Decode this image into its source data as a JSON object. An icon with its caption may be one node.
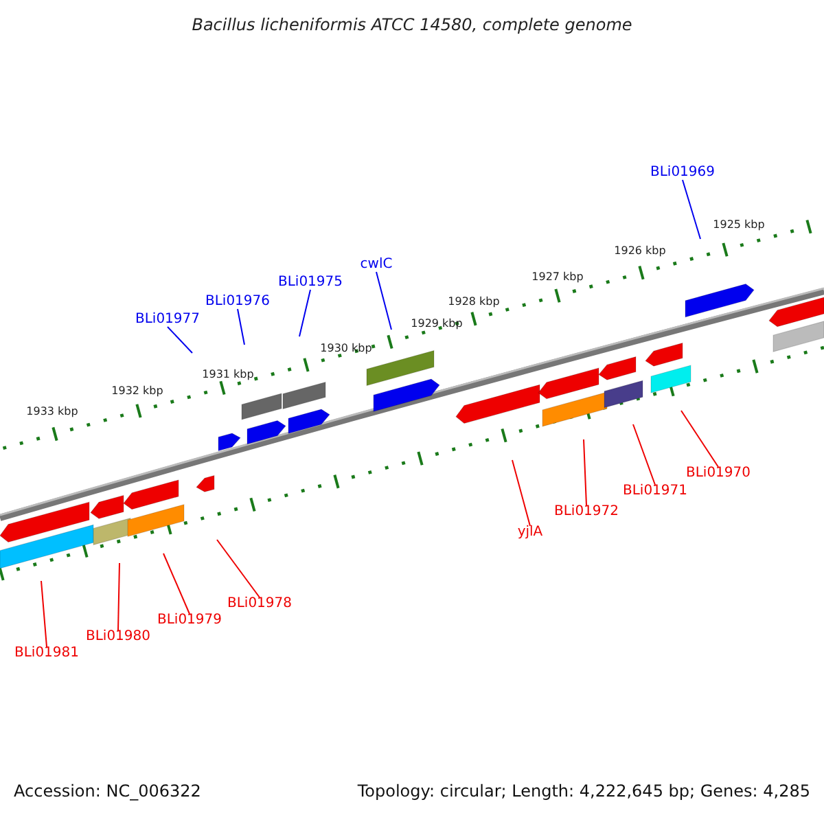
{
  "diagram": {
    "title": "Bacillus licheniformis ATCC 14580, complete genome",
    "nodes": [
      {
        "text": [
          "BLi01969"
        ]
      },
      {
        "text": [
          "cwlC"
        ]
      },
      {
        "text": [
          "BLi01975"
        ]
      },
      {
        "text": [
          "BLi01976"
        ]
      },
      {
        "text": [
          "BLi01977"
        ]
      },
      {
        "text": [
          "BLi01970"
        ]
      },
      {
        "text": [
          "BLi01971"
        ]
      },
      {
        "text": [
          "BLi01972"
        ]
      },
      {
        "text": [
          "yjlA"
        ]
      },
      {
        "text": [
          "BLi01978"
        ]
      },
      {
        "text": [
          "BLi01979"
        ]
      },
      {
        "text": [
          "BLi01980"
        ]
      },
      {
        "text": [
          "BLi01981"
        ]
      }
    ],
    "edges": [
      {
        "from": 0,
        "to": null,
        "arrow": "none",
        "color": "#0000ee"
      },
      {
        "from": 1,
        "to": null,
        "arrow": "none",
        "color": "#0000ee"
      },
      {
        "from": 2,
        "to": null,
        "arrow": "none",
        "color": "#0000ee"
      },
      {
        "from": 3,
        "to": null,
        "arrow": "none",
        "color": "#0000ee"
      },
      {
        "from": 4,
        "to": null,
        "arrow": "none",
        "color": "#0000ee"
      },
      {
        "from": 5,
        "to": null,
        "arrow": "none"
      },
      {
        "from": 6,
        "to": null,
        "arrow": "none"
      },
      {
        "from": 7,
        "to": null,
        "arrow": "none"
      },
      {
        "from": 8,
        "to": null,
        "arrow": "none"
      },
      {
        "from": 9,
        "to": null,
        "arrow": "none"
      },
      {
        "from": 10,
        "to": null,
        "arrow": "none"
      },
      {
        "from": 11,
        "to": null,
        "arrow": "none"
      },
      {
        "from": 12,
        "to": null,
        "arrow": "none"
      }
    ],
    "labels": [
      "1925 kbp",
      "1926 kbp",
      "1927 kbp",
      "1928 kbp",
      "1929 kbp",
      "1930 kbp",
      "1931 kbp",
      "1932 kbp",
      "1933 kbp",
      "Accession: NC_006322",
      "Topology: circular; Length: 4,222,645 bp; Genes: 4,285"
    ]
  }
}
